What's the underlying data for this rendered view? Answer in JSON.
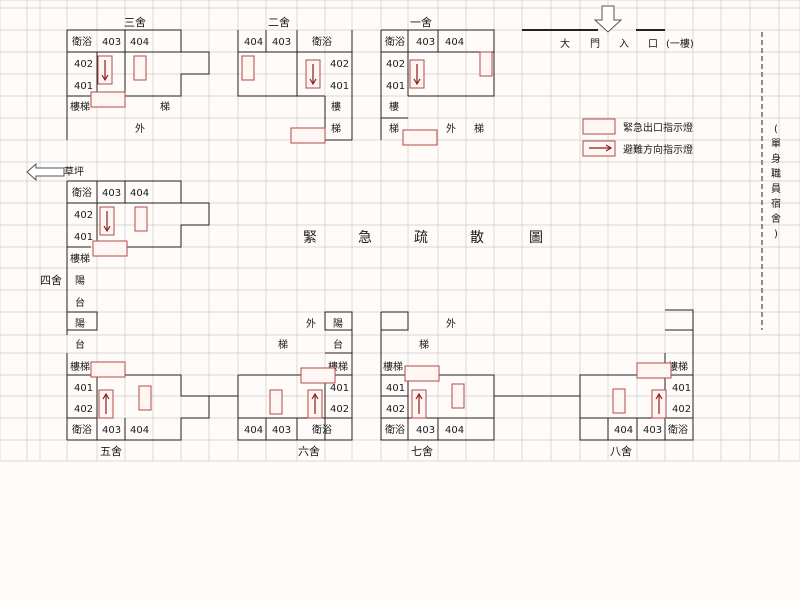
{
  "title": "緊急疏散圖",
  "entrance": {
    "label_a": "大",
    "label_b": "門",
    "label_c": "入",
    "label_d": "口",
    "label_e": "(一樓)"
  },
  "staff_dorm": "(單身職員宿舍)",
  "legend": {
    "exit_sign": "緊急出口指示燈",
    "direction_sign": "避難方向指示燈"
  },
  "left_arrow_label": "草坪",
  "buildings": {
    "b3": "三舍",
    "b2": "二舍",
    "b1": "一舍",
    "b4": "四舍",
    "b5": "五舍",
    "b6": "六舍",
    "b7": "七舍",
    "b8": "八舍"
  },
  "rooms": {
    "bath": "衛浴",
    "r401": "401",
    "r402": "402",
    "r403": "403",
    "r404": "404"
  },
  "stair": {
    "full": "樓梯",
    "lou": "樓",
    "ti": "梯",
    "wai": "外",
    "yang": "陽",
    "tai": "台"
  }
}
